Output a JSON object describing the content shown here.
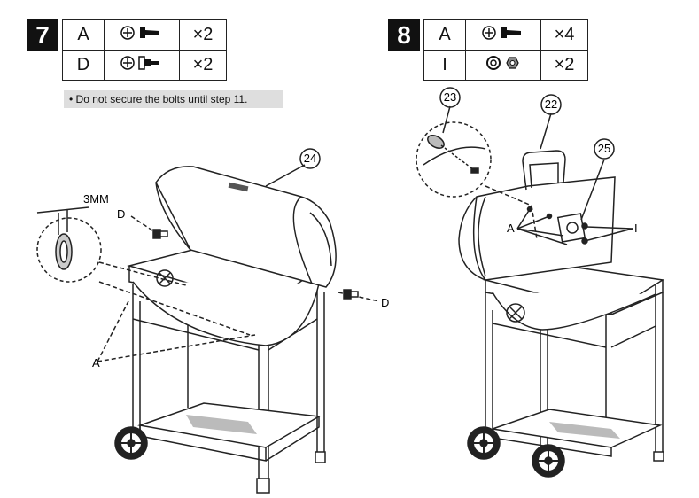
{
  "step7": {
    "number": "7",
    "parts": [
      {
        "label": "A",
        "icon": "screw-bolt-icon",
        "qty": "×2"
      },
      {
        "label": "D",
        "icon": "shoulder-bolt-icon",
        "qty": "×2"
      }
    ],
    "note": "• Do not secure the bolts until step 11.",
    "callouts": {
      "lid": "24",
      "gap": "3MM",
      "bolt_d": "D",
      "bolt_a": "A"
    }
  },
  "step8": {
    "number": "8",
    "parts": [
      {
        "label": "A",
        "icon": "screw-bolt-icon",
        "qty": "×4"
      },
      {
        "label": "I",
        "icon": "washer-nut-icon",
        "qty": "×2"
      }
    ],
    "callouts": {
      "bezel": "23",
      "handle": "22",
      "thermometer": "25",
      "bolt_a": "A",
      "nut_i": "I"
    }
  }
}
